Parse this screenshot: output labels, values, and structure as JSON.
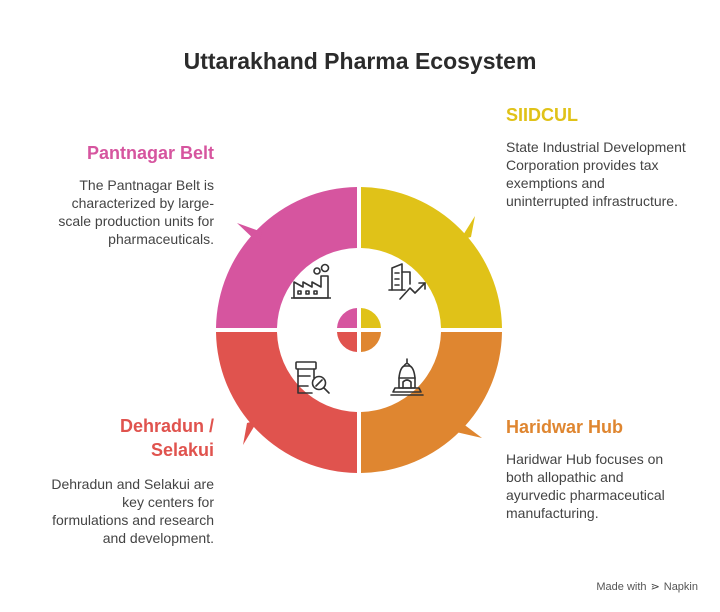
{
  "title": "Uttarakhand Pharma Ecosystem",
  "sections": {
    "pantnagar": {
      "heading": "Pantnagar Belt",
      "description": "The Pantnagar Belt is characterized by large-scale production units for pharmaceuticals.",
      "color": "#d6559f",
      "icon": "factory-icon"
    },
    "siidcul": {
      "heading": "SIIDCUL",
      "description": "State Industrial Development Corporation provides tax exemptions and uninterrupted infrastructure.",
      "color": "#e0c218",
      "icon": "building-growth-icon"
    },
    "dehradun": {
      "heading": "Dehradun / Selakui",
      "description": "Dehradun and Selakui are key centers for formulations and research and development.",
      "color": "#e0534e",
      "icon": "medicine-search-icon"
    },
    "haridwar": {
      "heading": "Haridwar Hub",
      "description": "Haridwar Hub focuses on both allopathic and ayurvedic pharmaceutical manufacturing.",
      "color": "#df8630",
      "icon": "temple-icon"
    }
  },
  "credit": {
    "prefix": "Made with",
    "brand": "Napkin"
  }
}
